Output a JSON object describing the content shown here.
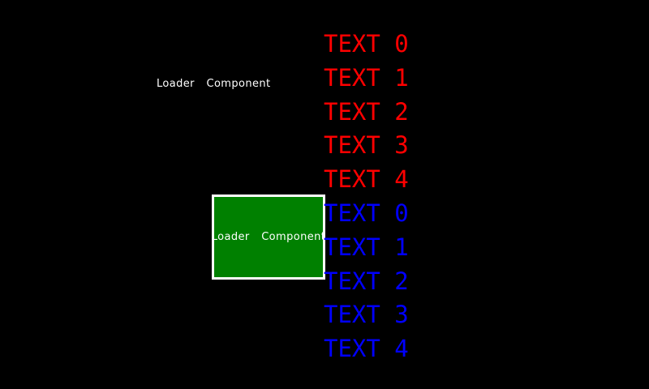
{
  "colors": {
    "background": "#000000",
    "label_text": "#ffffff",
    "box_fill": "#008000",
    "box_border": "#ffffff",
    "list_red": "#ff0000",
    "list_blue": "#0000ff"
  },
  "loader_label": {
    "text": "Loader Component"
  },
  "loader_box": {
    "text": "Loader Component"
  },
  "text_list": {
    "items": [
      {
        "label": "TEXT 0",
        "group": "red"
      },
      {
        "label": "TEXT 1",
        "group": "red"
      },
      {
        "label": "TEXT 2",
        "group": "red"
      },
      {
        "label": "TEXT 3",
        "group": "red"
      },
      {
        "label": "TEXT 4",
        "group": "red"
      },
      {
        "label": "TEXT 0",
        "group": "blue"
      },
      {
        "label": "TEXT 1",
        "group": "blue"
      },
      {
        "label": "TEXT 2",
        "group": "blue"
      },
      {
        "label": "TEXT 3",
        "group": "blue"
      },
      {
        "label": "TEXT 4",
        "group": "blue"
      }
    ]
  }
}
